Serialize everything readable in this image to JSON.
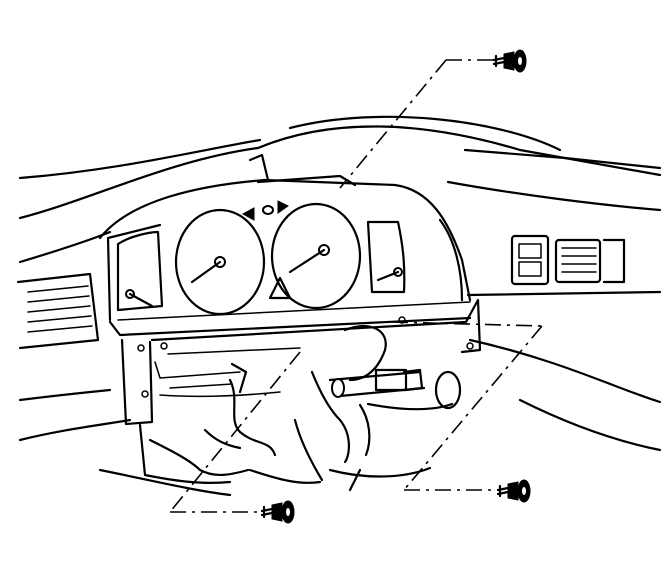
{
  "figure": {
    "subject": "instrument-cluster-removal",
    "parts": [
      "instrument-cluster",
      "speedometer",
      "tachometer",
      "fuel-gauge",
      "temperature-gauge",
      "steering-column",
      "cluster-bracket",
      "screw"
    ],
    "screw_count": 3
  }
}
